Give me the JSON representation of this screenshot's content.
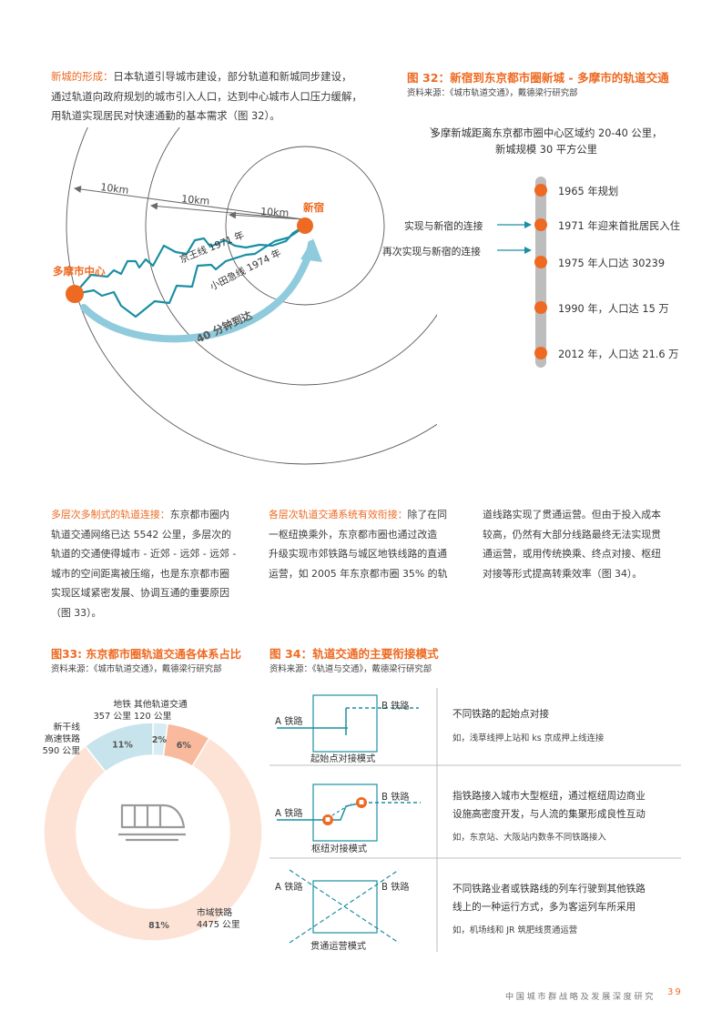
{
  "intro": {
    "lead": "新城的形成：",
    "line1_rest": "日本轨道引导城市建设，部分轨道和新城同步建设，",
    "line2": "通过轨道向政府规划的城市引入人口，达到中心城市人口压力缓解，",
    "line3": "用轨道实现居民对快速通勤的基本需求（图 32）。"
  },
  "map_diagram": {
    "dist1": "10km",
    "dist2": "10km",
    "dist3": "10km",
    "shinjuku": "新宿",
    "tama_center": "多摩市中心",
    "keio_line": "京王线 1971 年",
    "odakyu_line": "小田急线 1974 年",
    "arrival": "40 分钟到达"
  },
  "fig32": {
    "title": "图 32：新宿到东京都市圈新城 - 多摩市的轨道交通",
    "source": "资料来源：《城市轨道交通》，戴德梁行研究部",
    "desc_line1": "多摩新城距离东京都市圈中心区域约 20-40 公里，",
    "desc_line2": "新城规模 30 平方公里",
    "side_label1": "实现与新宿的连接",
    "side_label2": "再次实现与新宿的连接",
    "timeline": [
      "1965 年规划",
      "1971 年迎来首批居民入住",
      "1975 年人口达 30239",
      "1990 年，人口达 15 万",
      "2012 年，人口达 21.6 万"
    ]
  },
  "mid_text": {
    "col1_lead": "多层次多制式的轨道连接：",
    "col1_l1": "东京都市圈内",
    "col1_l2": "轨道交通网络已达 5542 公里，多层次的",
    "col1_l3": "轨道的交通使得城市 - 近郊 - 远郊 - 远郊 -",
    "col1_l4": "城市的空间距离被压缩，也是东京都市圈",
    "col1_l5": "实现区域紧密发展、协调互通的重要原因",
    "col1_l6": "（图 33）。",
    "col2_lead": "各层次轨道交通系统有效衔接：",
    "col2_l1": "除了在同",
    "col2_l2": "一枢纽换乘外，东京都市圈也通过改造",
    "col2_l3": "升级实现市郊铁路与城区地铁线路的直通",
    "col2_l4": "运营，如 2005 年东京都市圈 35% 的轨",
    "col3_l1": "道线路实现了贯通运营。但由于投入成本",
    "col3_l2": "较高，仍然有大部分线路最终无法实现贯",
    "col3_l3": "通运营，或用传统换乘、终点对接、枢纽",
    "col3_l4": "对接等形式提高转乘效率（图 34）。"
  },
  "fig33": {
    "title": "图33: 东京都市圈轨道交通各体系占比",
    "source": "资料来源：《城市轨道交通》，戴德梁行研究部",
    "label_subway_1": "地铁",
    "label_subway_2": "357 公里",
    "label_other_1": "其他轨道交通",
    "label_other_2": "120 公里",
    "label_shinkansen_1": "新干线",
    "label_shinkansen_2": "高速铁路",
    "label_shinkansen_3": "590 公里",
    "label_city_1": "市域铁路",
    "label_city_2": "4475 公里"
  },
  "chart_data": {
    "type": "pie",
    "title": "图33: 东京都市圈轨道交通各体系占比",
    "categories": [
      "市域铁路",
      "新干线 高速铁路",
      "地铁",
      "其他轨道交通"
    ],
    "values": [
      4475,
      590,
      357,
      120
    ],
    "units": "公里",
    "percent_labels": [
      "81%",
      "11%",
      "6%",
      "2%"
    ],
    "colors": [
      "#fde3d6",
      "#c7e4ec",
      "#f8b99c",
      "#d6ecf2"
    ]
  },
  "fig34": {
    "title": "图 34：轨道交通的主要衔接模式",
    "source": "资料来源：《轨道与交通》，戴德梁行研究部",
    "modes": [
      {
        "rail_a": "A 铁路",
        "rail_b": "B 铁路",
        "caption": "起始点对接模式",
        "desc_l1": "不同铁路的起始点对接",
        "desc_l2": "",
        "example": "如，浅草线押上站和 ks 京成押上线连接"
      },
      {
        "rail_a": "A 铁路",
        "rail_b": "B 铁路",
        "caption": "枢纽对接模式",
        "desc_l1": "指铁路接入城市大型枢纽，通过枢纽周边商业",
        "desc_l2": "设施高密度开发，与人流的集聚形成良性互动",
        "example": "如，东京站、大阪站内数条不同铁路接入"
      },
      {
        "rail_a": "A 铁路",
        "rail_b": "B 铁路",
        "caption": "贯通运营模式",
        "desc_l1": "不同铁路业者或铁路线的列车行驶到其他铁路",
        "desc_l2": "线上的一种运行方式，多为客运列车所采用",
        "example": "如，机场线和 JR 筑肥线贯通运营"
      }
    ]
  },
  "footer": {
    "text": "中国城市群战略及发展深度研究",
    "page": "39"
  },
  "colors": {
    "accent": "#ee6a22",
    "teal": "#1b8fa3",
    "arrow_blue": "#8fcbdc",
    "timeline_gray": "#bdbdbd"
  }
}
